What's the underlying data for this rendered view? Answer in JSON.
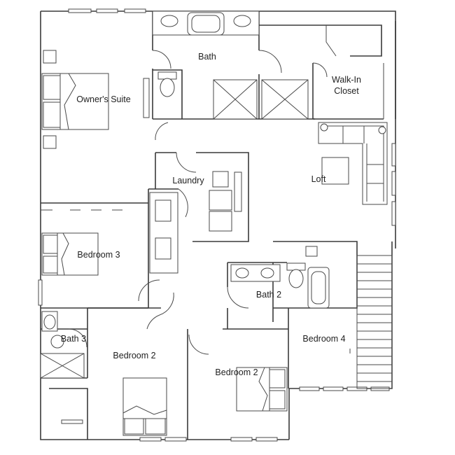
{
  "rooms": {
    "owners_suite": "Owner's Suite",
    "bath": "Bath",
    "walk_in_line1": "Walk-In",
    "walk_in_line2": "Closet",
    "laundry": "Laundry",
    "loft": "Loft",
    "bedroom3": "Bedroom 3",
    "bath2": "Bath 2",
    "bath3": "Bath 3",
    "bedroom4": "Bedroom 4",
    "bedroom2a": "Bedroom 2",
    "bedroom2b": "Bedroom 2"
  }
}
